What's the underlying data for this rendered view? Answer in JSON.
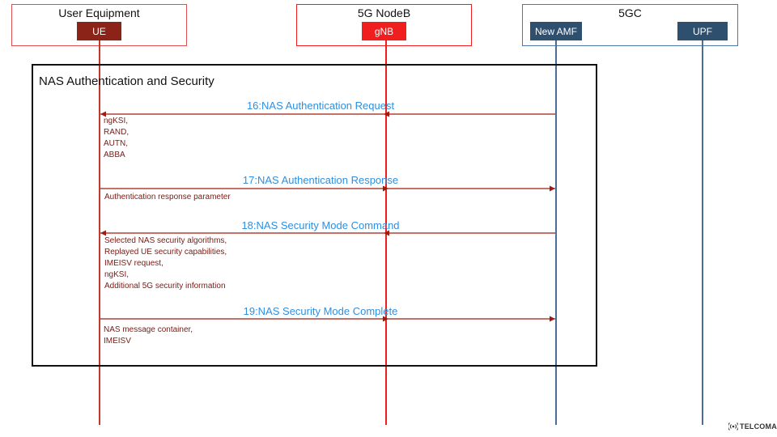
{
  "entities": {
    "ue_group": {
      "title": "User Equipment",
      "chip": "UE"
    },
    "gnb_group": {
      "title": "5G NodeB",
      "chip": "gNB"
    },
    "core_group": {
      "title": "5GC",
      "chip_amf": "New AMF",
      "chip_upf": "UPF"
    }
  },
  "phase": {
    "title": "NAS Authentication and Security"
  },
  "messages": [
    {
      "label": "16:NAS Authentication Request",
      "from": "New AMF",
      "to": "UE",
      "params": [
        "ngKSI,",
        "RAND,",
        "AUTN,",
        "ABBA"
      ]
    },
    {
      "label": "17:NAS Authentication Response",
      "from": "UE",
      "to": "New AMF",
      "params": [
        "Authentication response parameter"
      ]
    },
    {
      "label": "18:NAS Security Mode Command",
      "from": "New AMF",
      "to": "UE",
      "params": [
        "Selected NAS security algorithms,",
        "Replayed UE security capabilities,",
        "IMEISV request,",
        "ngKSI,",
        "Additional 5G security information"
      ]
    },
    {
      "label": "19:NAS Security Mode Complete",
      "from": "UE",
      "to": "New AMF",
      "params": [
        "NAS message container,",
        "IMEISV"
      ]
    }
  ],
  "logo": {
    "name": "TELCOMA"
  },
  "colors": {
    "ue": "#8b2318",
    "gnb": "#f01e1e",
    "core": "#2e4f6e",
    "core_border": "#4a78a8",
    "message_label": "#2e8fe0",
    "param_text": "#7a1a12"
  }
}
